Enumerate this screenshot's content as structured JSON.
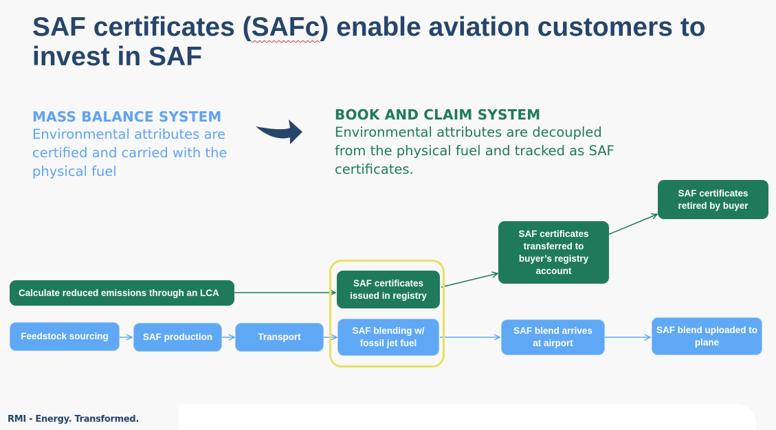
{
  "title": {
    "part1": "SAF certificates (",
    "highlight": "SAFc",
    "part2": ") enable aviation customers to invest in SAF"
  },
  "mass_balance": {
    "heading": "MASS BALANCE SYSTEM",
    "description": "Environmental attributes are certified and carried with the physical fuel"
  },
  "book_and_claim": {
    "heading": "BOOK AND CLAIM SYSTEM",
    "description": "Environmental attributes are decoupled from the physical fuel and tracked as SAF certificates."
  },
  "transition_icon": "curved-right-arrow-icon",
  "flow": {
    "certificate_track": [
      {
        "id": "lca",
        "label": "Calculate reduced emissions through an LCA"
      },
      {
        "id": "issued",
        "label": "SAF certificates issued in registry"
      },
      {
        "id": "transferred",
        "label": "SAF certificates transferred to buyer’s registry account"
      },
      {
        "id": "retired",
        "label": "SAF certificates retired by buyer"
      }
    ],
    "physical_track": [
      {
        "id": "feedstock",
        "label": "Feedstock sourcing"
      },
      {
        "id": "production",
        "label": "SAF production"
      },
      {
        "id": "transport",
        "label": "Transport"
      },
      {
        "id": "blending",
        "label": "SAF blending w/ fossil jet fuel"
      },
      {
        "id": "arrives",
        "label": "SAF blend arrives at airport"
      },
      {
        "id": "uploaded",
        "label": "SAF blend uploaded to plane"
      }
    ],
    "highlight_note": "highlighted: issued + blending"
  },
  "colors": {
    "title": "#26456b",
    "mass_balance": "#5fa3f5",
    "book_and_claim": "#1f7a5c",
    "highlight": "#e8e060"
  },
  "footer": {
    "brand": "RMI - Energy. Transformed."
  }
}
